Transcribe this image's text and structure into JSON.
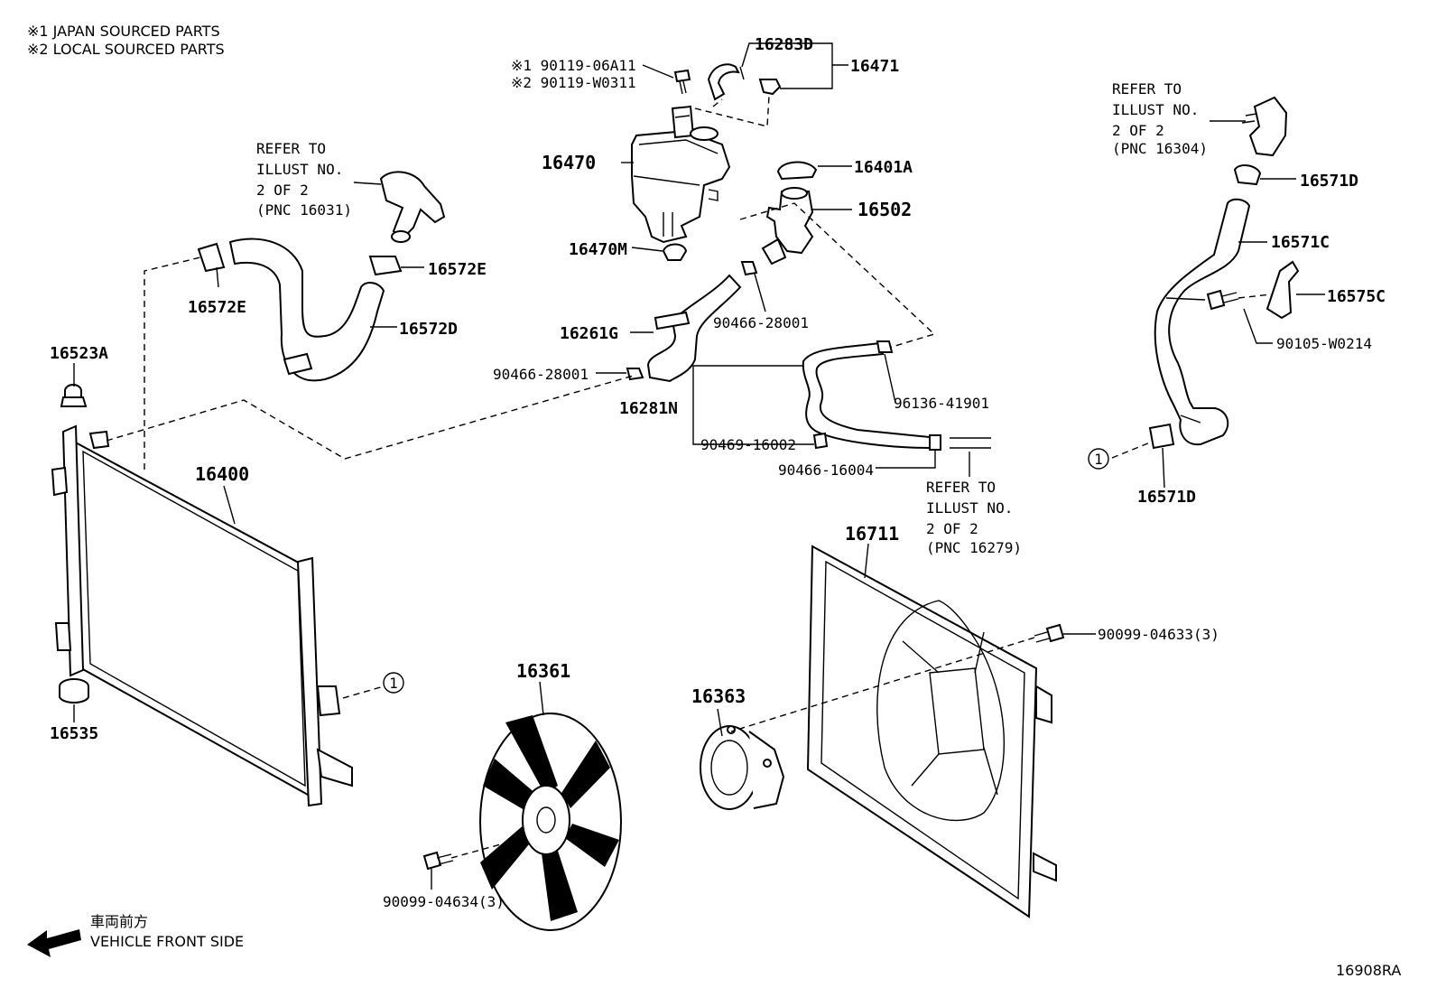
{
  "legend": {
    "note1": "※1  JAPAN SOURCED PARTS",
    "note2": "※2  LOCAL SOURCED PARTS"
  },
  "labels": {
    "p16283D": "16283D",
    "p16471": "16471",
    "p90119a": "※1 90119-06A11",
    "p90119b": "※2 90119-W0311",
    "p16470": "16470",
    "p16401A": "16401A",
    "p16502": "16502",
    "p16470M": "16470M",
    "p16572E_top": "16572E",
    "p16572E_left": "16572E",
    "p16572D": "16572D",
    "p16261G": "16261G",
    "p90466_28001_right": "90466-28001",
    "p90466_28001_left": "90466-28001",
    "p16281N": "16281N",
    "p96136": "96136-41901",
    "p90469": "90469-16002",
    "p90466_16004": "90466-16004",
    "p16523A": "16523A",
    "p16400": "16400",
    "p16535": "16535",
    "p16711": "16711",
    "p90099_04633": "90099-04633(3)",
    "p16363": "16363",
    "p16361": "16361",
    "p90099_04634": "90099-04634(3)",
    "p16571D_top": "16571D",
    "p16571C": "16571C",
    "p16575C": "16575C",
    "p90105": "90105-W0214",
    "p16571D_bottom": "16571D",
    "circle_ref": "1"
  },
  "refers": {
    "r1": [
      "REFER TO",
      "ILLUST NO.",
      "2 OF 2",
      "(PNC 16031)"
    ],
    "r2": [
      "REFER TO",
      "ILLUST NO.",
      "2 OF 2",
      "(PNC 16304)"
    ],
    "r3": [
      "REFER TO",
      "ILLUST NO.",
      "2 OF 2",
      "(PNC 16279)"
    ]
  },
  "footer": {
    "direction_jp": "車両前方",
    "direction_en": "VEHICLE FRONT SIDE",
    "code": "16908RA"
  }
}
